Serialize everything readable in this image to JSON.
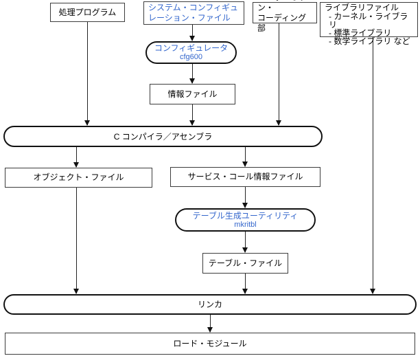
{
  "colors": {
    "accent_blue": "#3366cc",
    "node_border": "#3c3c3c",
    "stadium_border": "#111111",
    "background": "#ffffff"
  },
  "nodes": {
    "process_program": {
      "label": "処理プログラム"
    },
    "system_config_file": {
      "line1": "システム・コンフィギュ",
      "line2": "レーション・ファイル"
    },
    "user_own_coding": {
      "line1": "ユーザ・オウン・",
      "line2": "コーディング部"
    },
    "library_files": {
      "title": "ライブラリファイル",
      "items": [
        "- カーネル・ライブラリ",
        "- 標準ライブラリ",
        "- 数学ライブラリ など"
      ]
    },
    "configurator": {
      "label": "コンフィギュレータ",
      "command": "cfg600"
    },
    "info_file": {
      "label": "情報ファイル"
    },
    "c_compiler": {
      "label": "C コンパイラ／アセンブラ"
    },
    "object_file": {
      "label": "オブジェクト・ファイル"
    },
    "service_call_info_file": {
      "label": "サービス・コール情報ファイル"
    },
    "table_gen_utility": {
      "label": "テーブル生成ユーティリティ",
      "command": "mkritbl"
    },
    "table_file": {
      "label": "テーブル・ファイル"
    },
    "linker": {
      "label": "リンカ"
    },
    "load_module": {
      "label": "ロード・モジュール"
    }
  }
}
